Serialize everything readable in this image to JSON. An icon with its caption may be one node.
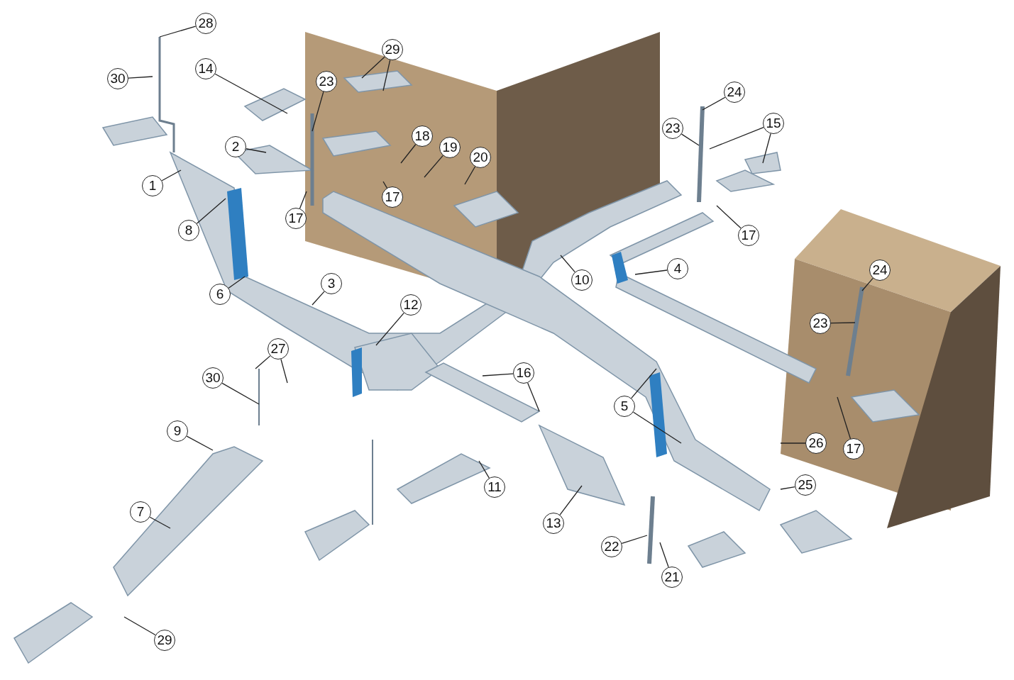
{
  "diagram": {
    "nodes": [
      {
        "text": [
          "28"
        ]
      },
      {
        "text": [
          "29"
        ]
      },
      {
        "text": [
          "14"
        ]
      },
      {
        "text": [
          "30"
        ]
      },
      {
        "text": [
          "23"
        ]
      },
      {
        "text": [
          "24"
        ]
      },
      {
        "text": [
          "15"
        ]
      },
      {
        "text": [
          "23"
        ]
      },
      {
        "text": [
          "18"
        ]
      },
      {
        "text": [
          "2"
        ]
      },
      {
        "text": [
          "19"
        ]
      },
      {
        "text": [
          "20"
        ]
      },
      {
        "text": [
          "1"
        ]
      },
      {
        "text": [
          "17"
        ]
      },
      {
        "text": [
          "17"
        ]
      },
      {
        "text": [
          "8"
        ]
      },
      {
        "text": [
          "17"
        ]
      },
      {
        "text": [
          "4"
        ]
      },
      {
        "text": [
          "24"
        ]
      },
      {
        "text": [
          "10"
        ]
      },
      {
        "text": [
          "3"
        ]
      },
      {
        "text": [
          "6"
        ]
      },
      {
        "text": [
          "12"
        ]
      },
      {
        "text": [
          "23"
        ]
      },
      {
        "text": [
          "27"
        ]
      },
      {
        "text": [
          "16"
        ]
      },
      {
        "text": [
          "30"
        ]
      },
      {
        "text": [
          "5"
        ]
      },
      {
        "text": [
          "9"
        ]
      },
      {
        "text": [
          "26"
        ]
      },
      {
        "text": [
          "17"
        ]
      },
      {
        "text": [
          "25"
        ]
      },
      {
        "text": [
          "11"
        ]
      },
      {
        "text": [
          "7"
        ]
      },
      {
        "text": [
          "13"
        ]
      },
      {
        "text": [
          "22"
        ]
      },
      {
        "text": [
          "21"
        ]
      },
      {
        "text": [
          "29"
        ]
      }
    ],
    "edges": [
      {
        "from": 0,
        "to": null,
        "arrow": "none"
      },
      {
        "from": 1,
        "to": null,
        "arrow": "none"
      },
      {
        "from": 1,
        "to": null,
        "arrow": "none"
      },
      {
        "from": 2,
        "to": null,
        "arrow": "none"
      },
      {
        "from": 3,
        "to": null,
        "arrow": "none"
      },
      {
        "from": 4,
        "to": null,
        "arrow": "none"
      },
      {
        "from": 5,
        "to": null,
        "arrow": "none"
      },
      {
        "from": 6,
        "to": null,
        "arrow": "none"
      },
      {
        "from": 6,
        "to": null,
        "arrow": "none"
      },
      {
        "from": 7,
        "to": null,
        "arrow": "none"
      },
      {
        "from": 8,
        "to": null,
        "arrow": "none"
      },
      {
        "from": 9,
        "to": null,
        "arrow": "none"
      },
      {
        "from": 10,
        "to": null,
        "arrow": "none"
      },
      {
        "from": 11,
        "to": null,
        "arrow": "none"
      },
      {
        "from": 12,
        "to": null,
        "arrow": "none"
      },
      {
        "from": 13,
        "to": null,
        "arrow": "none"
      },
      {
        "from": 14,
        "to": null,
        "arrow": "none"
      },
      {
        "from": 15,
        "to": null,
        "arrow": "none"
      },
      {
        "from": 16,
        "to": null,
        "arrow": "none"
      },
      {
        "from": 17,
        "to": null,
        "arrow": "none"
      },
      {
        "from": 18,
        "to": null,
        "arrow": "none"
      },
      {
        "from": 19,
        "to": null,
        "arrow": "none"
      },
      {
        "from": 20,
        "to": null,
        "arrow": "none"
      },
      {
        "from": 21,
        "to": null,
        "arrow": "none"
      },
      {
        "from": 22,
        "to": null,
        "arrow": "none"
      },
      {
        "from": 23,
        "to": null,
        "arrow": "none"
      },
      {
        "from": 24,
        "to": null,
        "arrow": "none"
      },
      {
        "from": 24,
        "to": null,
        "arrow": "none"
      },
      {
        "from": 25,
        "to": null,
        "arrow": "none"
      },
      {
        "from": 25,
        "to": null,
        "arrow": "none"
      },
      {
        "from": 26,
        "to": null,
        "arrow": "none"
      },
      {
        "from": 27,
        "to": null,
        "arrow": "none"
      },
      {
        "from": 27,
        "to": null,
        "arrow": "none"
      },
      {
        "from": 28,
        "to": null,
        "arrow": "none"
      },
      {
        "from": 29,
        "to": null,
        "arrow": "none"
      },
      {
        "from": 30,
        "to": null,
        "arrow": "none"
      },
      {
        "from": 31,
        "to": null,
        "arrow": "none"
      },
      {
        "from": 32,
        "to": null,
        "arrow": "none"
      },
      {
        "from": 33,
        "to": null,
        "arrow": "none"
      },
      {
        "from": 34,
        "to": null,
        "arrow": "none"
      },
      {
        "from": 35,
        "to": null,
        "arrow": "none"
      },
      {
        "from": 36,
        "to": null,
        "arrow": "none"
      },
      {
        "from": 37,
        "to": null,
        "arrow": "none"
      }
    ]
  }
}
